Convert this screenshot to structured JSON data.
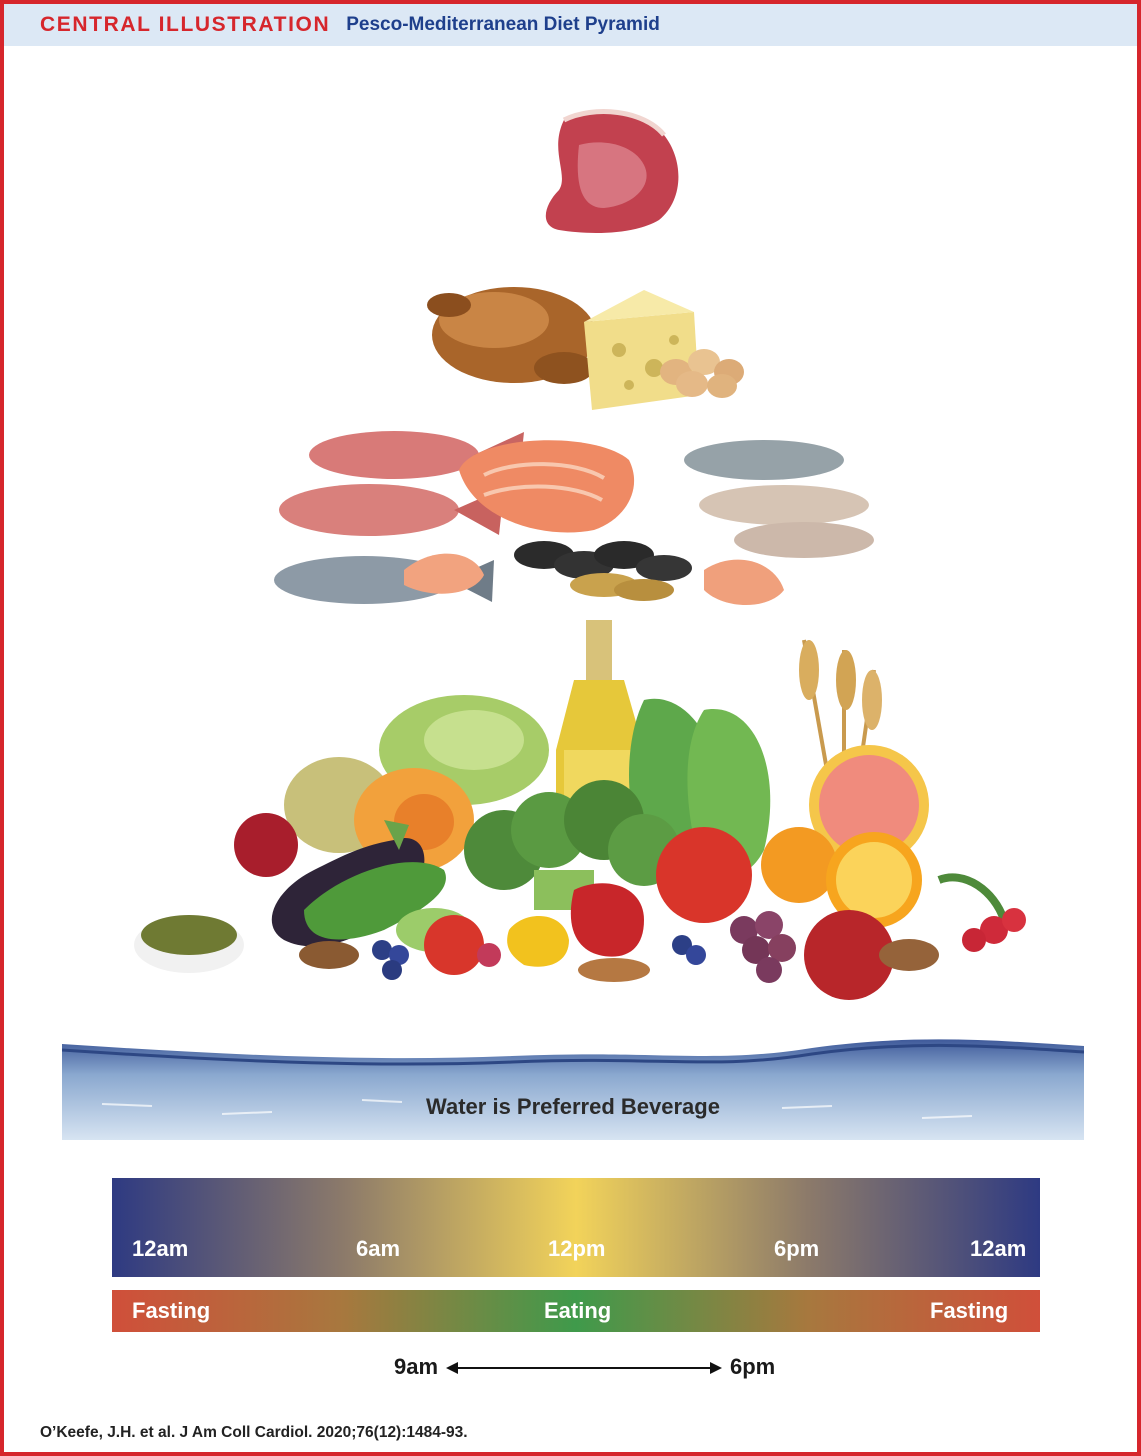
{
  "header": {
    "label": "CENTRAL ILLUSTRATION",
    "title": "Pesco-Mediterranean Diet Pyramid"
  },
  "colors": {
    "frame": "#d6262c",
    "header_bg": "#dce8f5",
    "header_title": "#1e3f8c",
    "night": "#2e3a82",
    "noon": "#f2d35a",
    "fasting": "#d04f3a",
    "eating": "#3f9a4b"
  },
  "pyramid": {
    "tiers": [
      {
        "icons": [
          "red-meat-icon"
        ]
      },
      {
        "icons": [
          "roast-chicken-icon",
          "cheese-icon",
          "eggs-icon"
        ]
      },
      {
        "icons": [
          "fish-icon",
          "salmon-icon",
          "mussels-icon",
          "shrimp-icon"
        ]
      },
      {
        "icons": [
          "olive-oil-icon",
          "lettuce-icon",
          "melon-icon",
          "broccoli-icon",
          "eggplant-icon",
          "cucumber-icon",
          "tomato-icon",
          "bell-pepper-icon",
          "grapes-icon",
          "apple-icon",
          "orange-icon",
          "grapefruit-icon",
          "wheat-icon",
          "lentils-icon",
          "nuts-icon",
          "berries-icon",
          "radish-icon",
          "pomegranate-icon"
        ]
      }
    ]
  },
  "water": {
    "label": "Water is Preferred Beverage"
  },
  "timeline": {
    "times": [
      "12am",
      "6am",
      "12pm",
      "6pm",
      "12am"
    ],
    "phases": {
      "left": "Fasting",
      "middle": "Eating",
      "right": "Fasting"
    },
    "window": {
      "start": "9am",
      "end": "6pm"
    }
  },
  "citation": "O’Keefe, J.H. et al. J Am Coll Cardiol. 2020;76(12):1484-93."
}
